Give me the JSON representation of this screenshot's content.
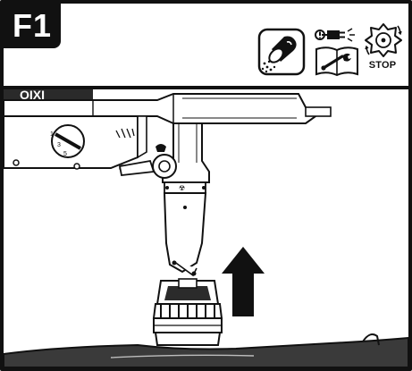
{
  "figure": {
    "label": "F1",
    "stop_text": "STOP"
  },
  "icons": [
    "dust-extraction-icon",
    "unplug-before-service-icon",
    "blade-stop-icon"
  ],
  "illustration": {
    "direction_arrow": "up",
    "brand_fragment": "OIXI"
  }
}
